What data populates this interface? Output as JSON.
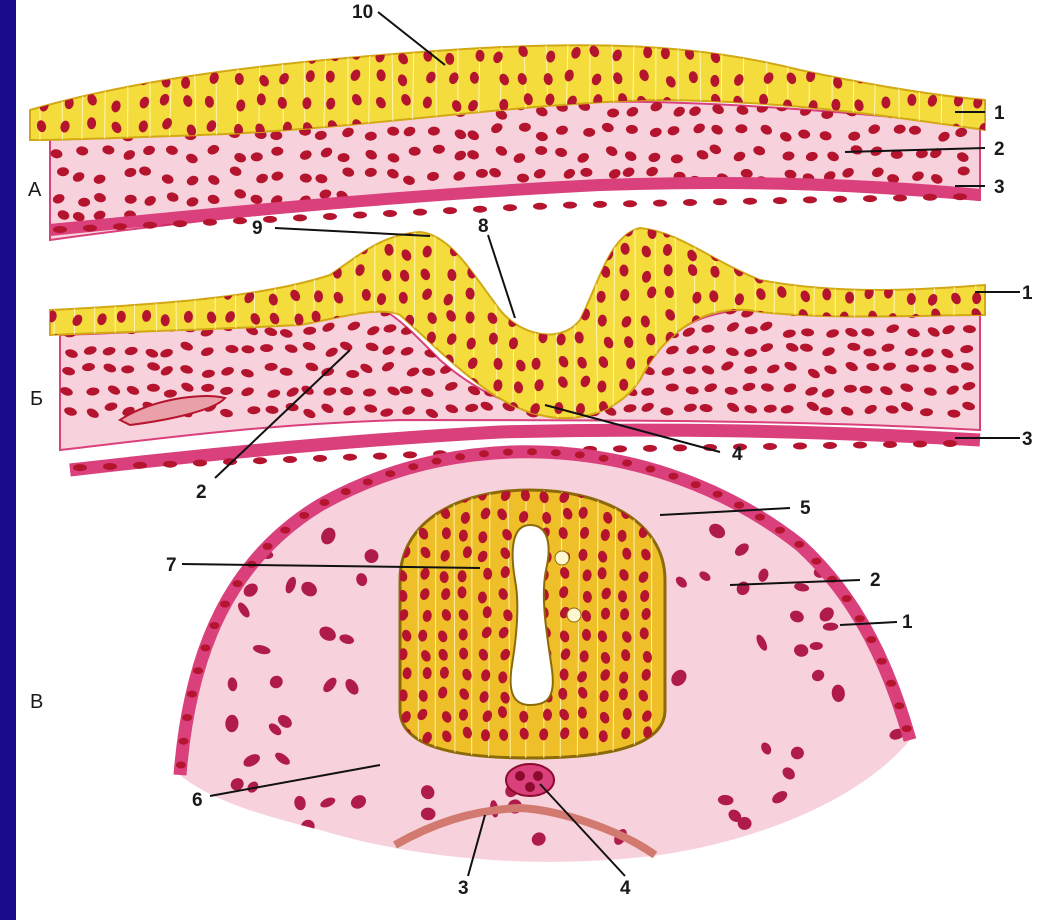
{
  "panel_labels": {
    "a": "А",
    "b": "Б",
    "c": "В"
  },
  "labels": {
    "n1": "1",
    "n2": "2",
    "n3": "3",
    "n4": "4",
    "n5": "5",
    "n6": "6",
    "n7": "7",
    "n8": "8",
    "n9": "9",
    "n10": "10"
  },
  "colors": {
    "frame": "#1a0a8c",
    "ectoderm": "#f3dc3c",
    "ectoderm_edge": "#d2a814",
    "mesoderm": "#d9407c",
    "mesenchyme_bg": "#f7d2dc",
    "nucleus": "#b5142e",
    "neural_tube": "#eebf28"
  }
}
